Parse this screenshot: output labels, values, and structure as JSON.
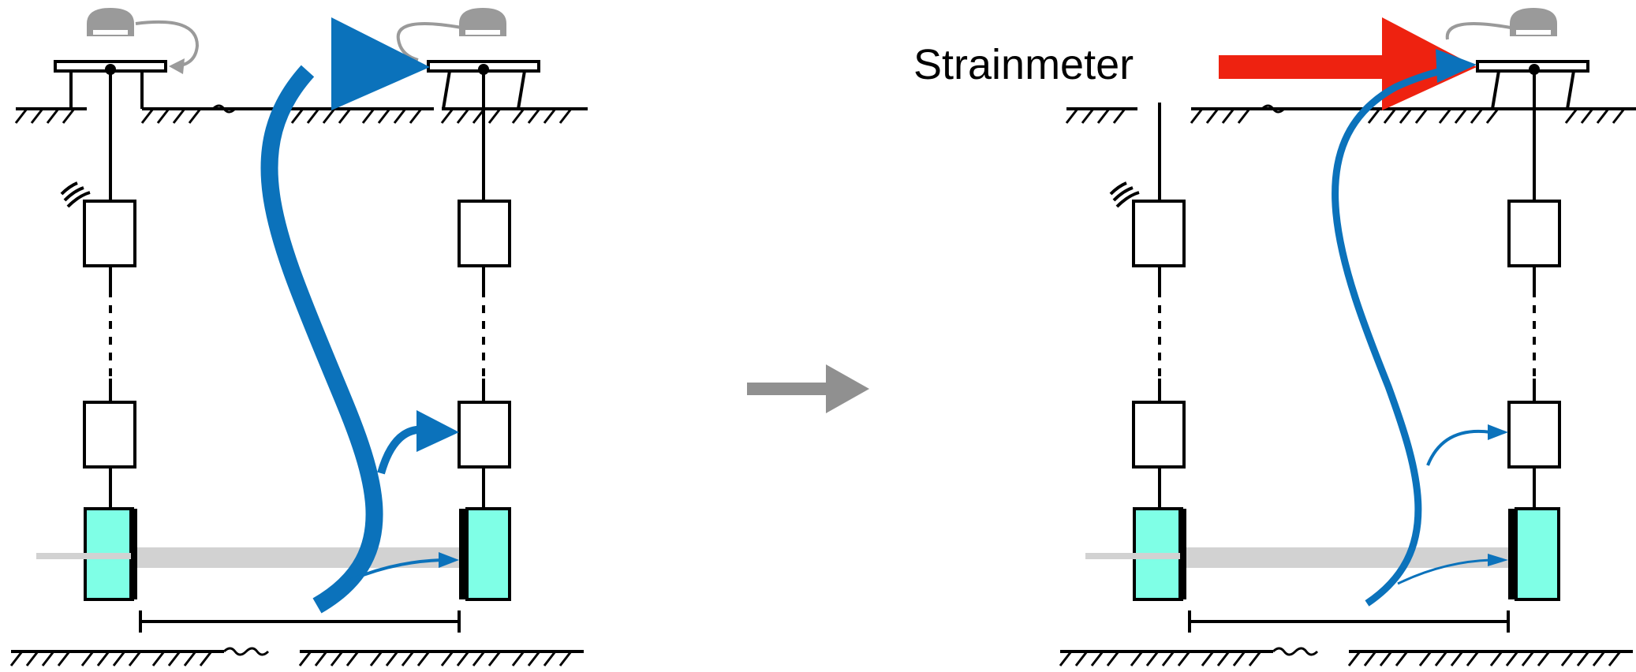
{
  "diagram": {
    "strainmeter_label": "Strainmeter",
    "colors": {
      "ink": "#000000",
      "ground_hatch": "#000000",
      "signal_blue": "#0b72bb",
      "strain_red": "#ee2210",
      "transition_gray": "#909090",
      "cap_gray": "#9a9a9a",
      "cyan_anchor": "#7fffe6",
      "fiber_gray": "#d2d2d2"
    },
    "icons": {
      "left_panel": "borehole-pair-with-large-coupling-arrow",
      "arrow": "transition-arrow",
      "right_panel": "borehole-pair-with-strainmeter"
    }
  }
}
